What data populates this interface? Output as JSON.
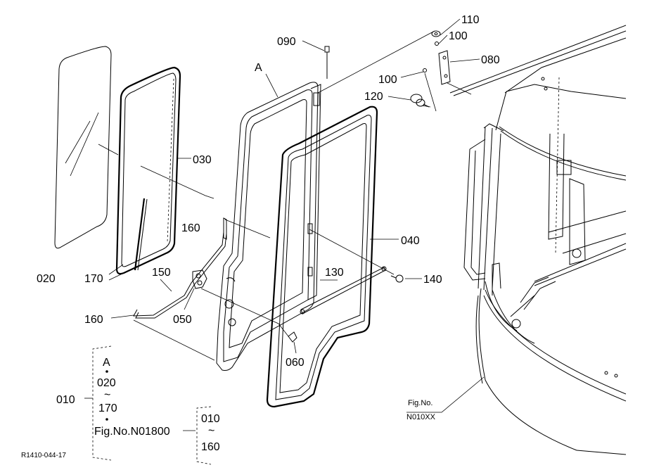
{
  "parts": {
    "p020": "020",
    "p030": "030",
    "pA": "A",
    "p090": "090",
    "p110": "110",
    "p100a": "100",
    "p080": "080",
    "p100b": "100",
    "p120": "120",
    "p160a": "160",
    "p040": "040",
    "p170": "170",
    "p150": "150",
    "p130": "130",
    "p140": "140",
    "p160b": "160",
    "p050": "050",
    "p060": "060"
  },
  "group": {
    "label": "010",
    "a": "A",
    "from": "020",
    "tilde": "~",
    "to": "170",
    "fig_ref": "Fig.No.N01800",
    "sub_from": "010",
    "sub_tilde": "~",
    "sub_to": "160"
  },
  "fig_callout": {
    "line1": "Fig.No.",
    "line2": "N010XX"
  },
  "ref_code": "R1410-044-17"
}
